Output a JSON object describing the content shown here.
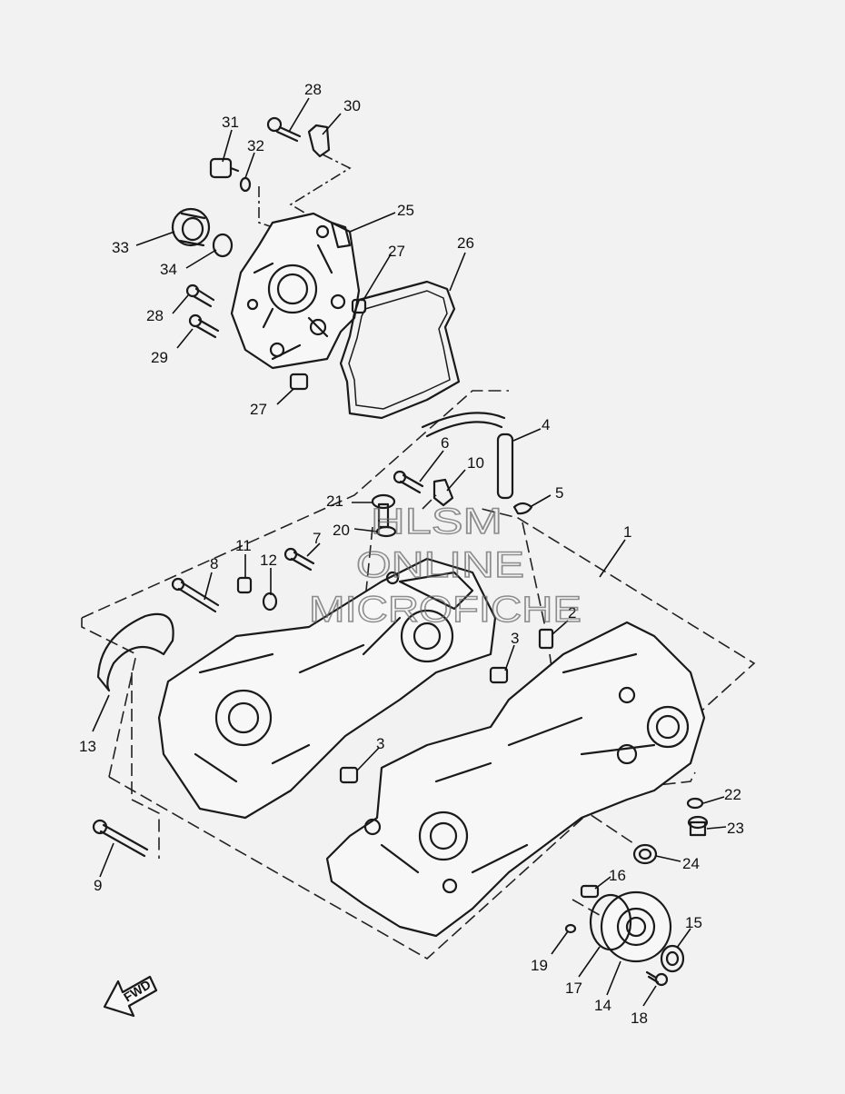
{
  "watermark": {
    "line1": "HLSM",
    "line2": "ONLINE",
    "line3": "MICROFICHE"
  },
  "fwd_label": "FWD",
  "callouts": [
    {
      "id": "1",
      "text": "1"
    },
    {
      "id": "2",
      "text": "2"
    },
    {
      "id": "3a",
      "text": "3"
    },
    {
      "id": "3b",
      "text": "3"
    },
    {
      "id": "4",
      "text": "4"
    },
    {
      "id": "5",
      "text": "5"
    },
    {
      "id": "6",
      "text": "6"
    },
    {
      "id": "7",
      "text": "7"
    },
    {
      "id": "8",
      "text": "8"
    },
    {
      "id": "9",
      "text": "9"
    },
    {
      "id": "10",
      "text": "10"
    },
    {
      "id": "11",
      "text": "11"
    },
    {
      "id": "12",
      "text": "12"
    },
    {
      "id": "13",
      "text": "13"
    },
    {
      "id": "14",
      "text": "14"
    },
    {
      "id": "15",
      "text": "15"
    },
    {
      "id": "16",
      "text": "16"
    },
    {
      "id": "17",
      "text": "17"
    },
    {
      "id": "18",
      "text": "18"
    },
    {
      "id": "19",
      "text": "19"
    },
    {
      "id": "20",
      "text": "20"
    },
    {
      "id": "21",
      "text": "21"
    },
    {
      "id": "22",
      "text": "22"
    },
    {
      "id": "23",
      "text": "23"
    },
    {
      "id": "24",
      "text": "24"
    },
    {
      "id": "25",
      "text": "25"
    },
    {
      "id": "26",
      "text": "26"
    },
    {
      "id": "27a",
      "text": "27"
    },
    {
      "id": "27b",
      "text": "27"
    },
    {
      "id": "28a",
      "text": "28"
    },
    {
      "id": "28b",
      "text": "28"
    },
    {
      "id": "29",
      "text": "29"
    },
    {
      "id": "30",
      "text": "30"
    },
    {
      "id": "31",
      "text": "31"
    },
    {
      "id": "32",
      "text": "32"
    },
    {
      "id": "33",
      "text": "33"
    },
    {
      "id": "34",
      "text": "34"
    }
  ]
}
